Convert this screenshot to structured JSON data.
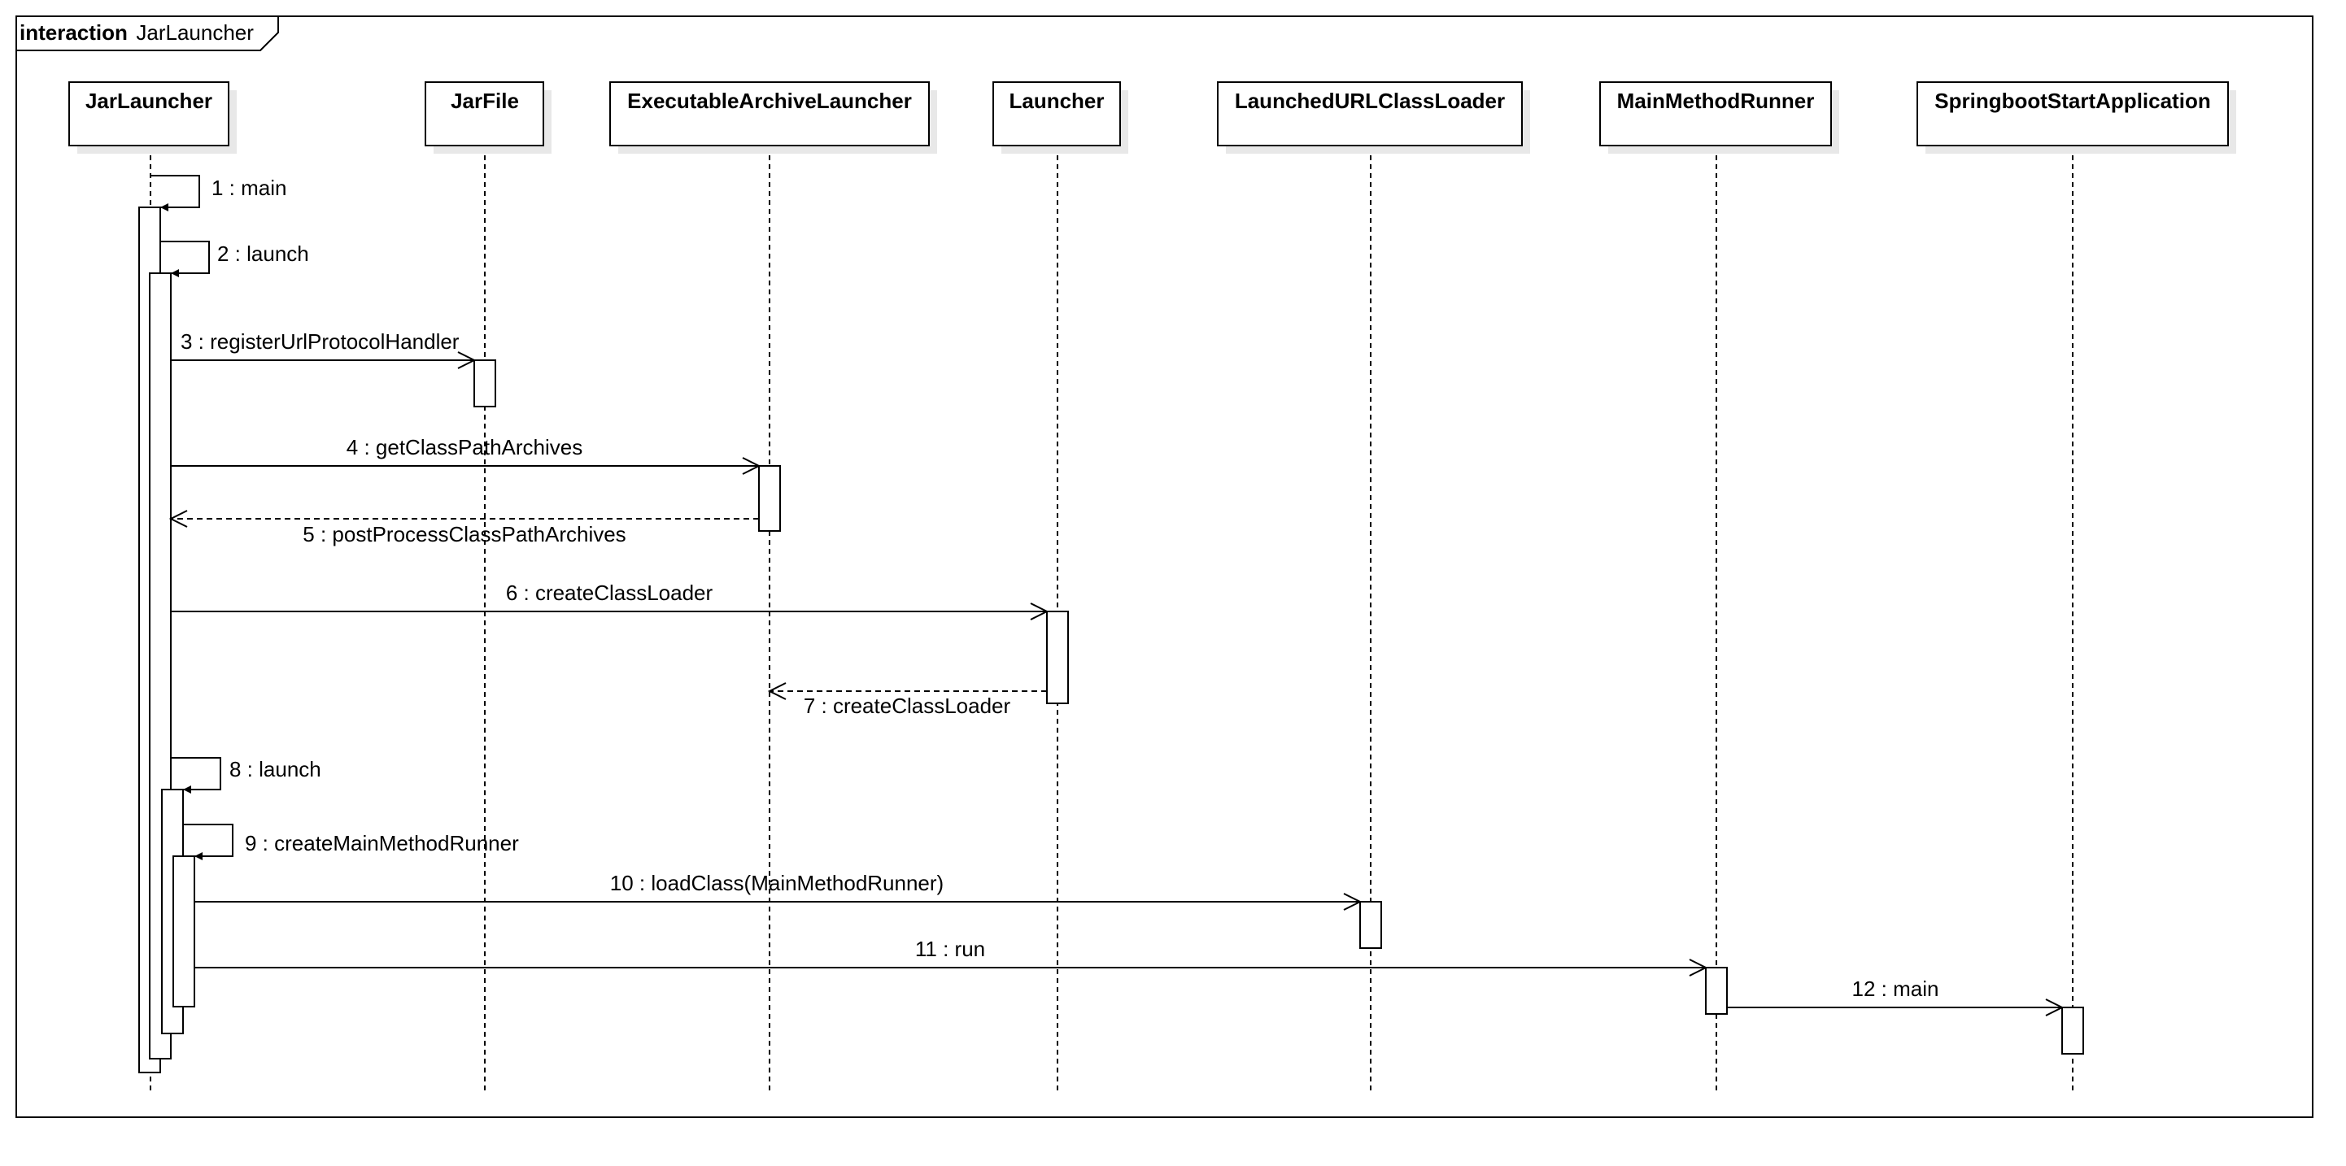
{
  "frame": {
    "keyword": "interaction",
    "name": "JarLauncher"
  },
  "participants": [
    {
      "id": "jarlauncher",
      "name": "JarLauncher"
    },
    {
      "id": "jarfile",
      "name": "JarFile"
    },
    {
      "id": "executablearchivelauncher",
      "name": "ExecutableArchiveLauncher"
    },
    {
      "id": "launcher",
      "name": "Launcher"
    },
    {
      "id": "launchedurlclassloader",
      "name": "LaunchedURLClassLoader"
    },
    {
      "id": "mainmethodrunner",
      "name": "MainMethodRunner"
    },
    {
      "id": "springbootstartapplication",
      "name": "SpringbootStartApplication"
    }
  ],
  "messages": [
    {
      "label": "1 : main",
      "from": "JarLauncher",
      "to": "JarLauncher",
      "kind": "self-call"
    },
    {
      "label": "2 : launch",
      "from": "JarLauncher",
      "to": "JarLauncher",
      "kind": "self-call"
    },
    {
      "label": "3 : registerUrlProtocolHandler",
      "from": "JarLauncher",
      "to": "JarFile",
      "kind": "call"
    },
    {
      "label": "4 : getClassPathArchives",
      "from": "JarLauncher",
      "to": "ExecutableArchiveLauncher",
      "kind": "call"
    },
    {
      "label": "5 : postProcessClassPathArchives",
      "from": "ExecutableArchiveLauncher",
      "to": "JarLauncher",
      "kind": "return"
    },
    {
      "label": "6 : createClassLoader",
      "from": "JarLauncher",
      "to": "Launcher",
      "kind": "call"
    },
    {
      "label": "7 : createClassLoader",
      "from": "Launcher",
      "to": "ExecutableArchiveLauncher",
      "kind": "return"
    },
    {
      "label": "8 : launch",
      "from": "JarLauncher",
      "to": "JarLauncher",
      "kind": "self-call"
    },
    {
      "label": "9 : createMainMethodRunner",
      "from": "JarLauncher",
      "to": "JarLauncher",
      "kind": "self-call"
    },
    {
      "label": "10 : loadClass(MainMethodRunner)",
      "from": "JarLauncher",
      "to": "LaunchedURLClassLoader",
      "kind": "call"
    },
    {
      "label": "11 : run",
      "from": "JarLauncher",
      "to": "MainMethodRunner",
      "kind": "call"
    },
    {
      "label": "12 : main",
      "from": "MainMethodRunner",
      "to": "SpringbootStartApplication",
      "kind": "call"
    }
  ]
}
